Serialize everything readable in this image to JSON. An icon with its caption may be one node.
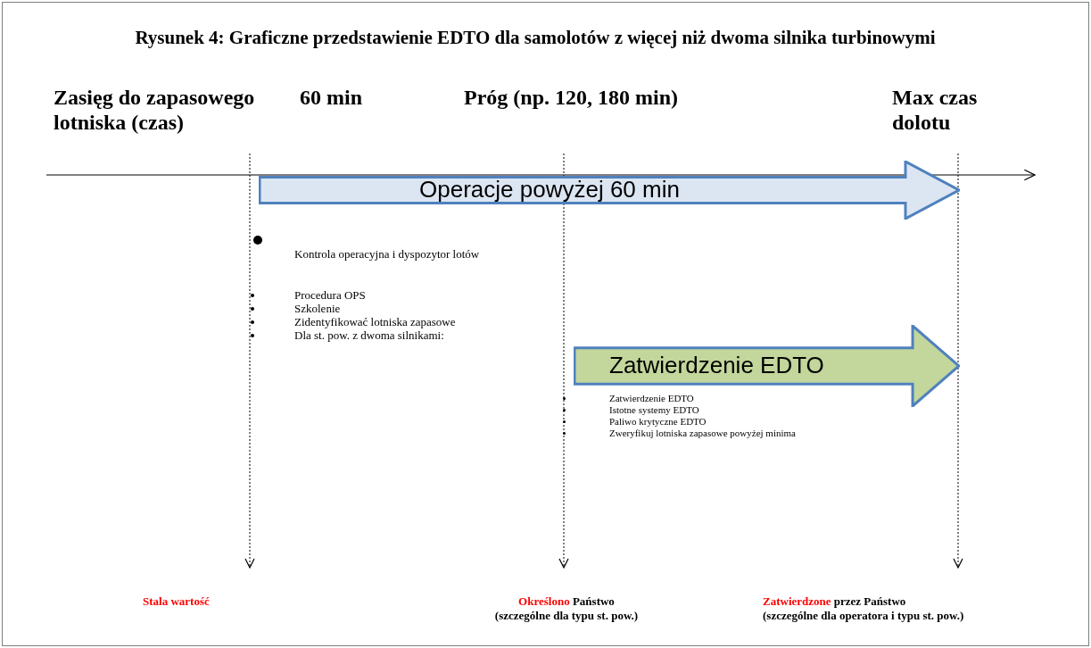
{
  "diagram": {
    "title": "Rysunek 4: Graficzne przedstawienie EDTO dla samolotów z więcej niż dwoma silnika turbinowymi",
    "nodes": [
      {
        "text": [
          "Operacje powyżej 60 min"
        ]
      },
      {
        "text": [
          "Zatwierdzenie EDTO"
        ]
      },
      {
        "text": [
          "Stala wartość"
        ]
      },
      {
        "text": [
          "Określono",
          "Państwo",
          "(szczególne dla typu st. pow.)"
        ]
      },
      {
        "text": [
          "Zatwierdzone",
          "przez Państwo",
          "(szczególne dla operatora i typu st. pow.)"
        ]
      }
    ],
    "edges": [
      {
        "from": null,
        "to": 2,
        "arrow": "to",
        "style": "dashed"
      },
      {
        "from": null,
        "to": 3,
        "arrow": "to",
        "style": "dashed"
      },
      {
        "from": null,
        "to": 4,
        "arrow": "to",
        "style": "dashed"
      }
    ],
    "labels": [
      "Zasięg do zapasowego lotniska (czas)",
      "60 min",
      "Próg (np. 120, 180 min)",
      "Max czas dolotu",
      "Kontrola operacyjna i dyspozytor lotów",
      "Procedura OPS",
      "Szkolenie",
      "Zidentyfikować lotniska zapasowe",
      "Dla st. pow. z dwoma silnikami:",
      "Zatwierdzenie EDTO",
      "Istotne systemy EDTO",
      "Paliwo krytyczne EDTO",
      "Zweryfikuj lotniska zapasowe powyżej minima"
    ]
  }
}
